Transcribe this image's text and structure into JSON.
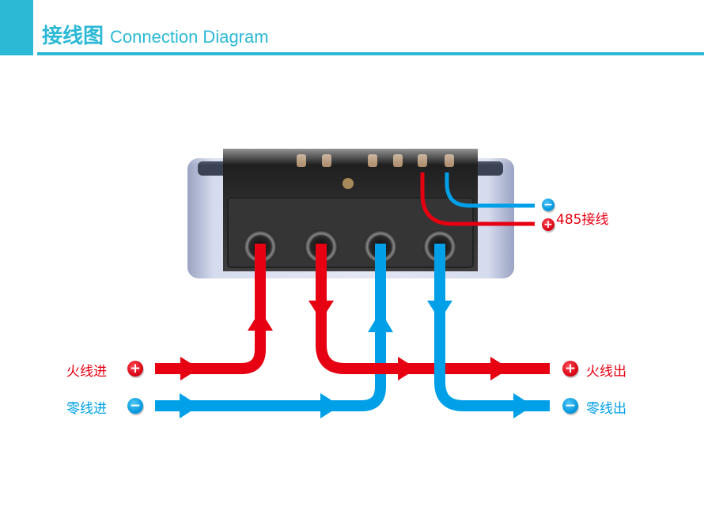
{
  "header": {
    "title_cn": "接线图",
    "title_en": "Connection Diagram",
    "accent_color": "#2bb9d6"
  },
  "colors": {
    "live": "#e60012",
    "neutral": "#00a0e8"
  },
  "labels": {
    "live_in": "火线进",
    "neutral_in": "零线进",
    "live_out": "火线出",
    "neutral_out": "零线出",
    "rs485": "485接线"
  },
  "icons": {
    "plus": "+",
    "minus": "−"
  },
  "terminals": [
    {
      "id": 1,
      "wire": "live",
      "direction": "in"
    },
    {
      "id": 2,
      "wire": "live",
      "direction": "out"
    },
    {
      "id": 3,
      "wire": "neutral",
      "direction": "in"
    },
    {
      "id": 4,
      "wire": "neutral",
      "direction": "out"
    }
  ],
  "rs485_terminals": [
    {
      "polarity": "-",
      "wire": "neutral"
    },
    {
      "polarity": "+",
      "wire": "live"
    }
  ]
}
